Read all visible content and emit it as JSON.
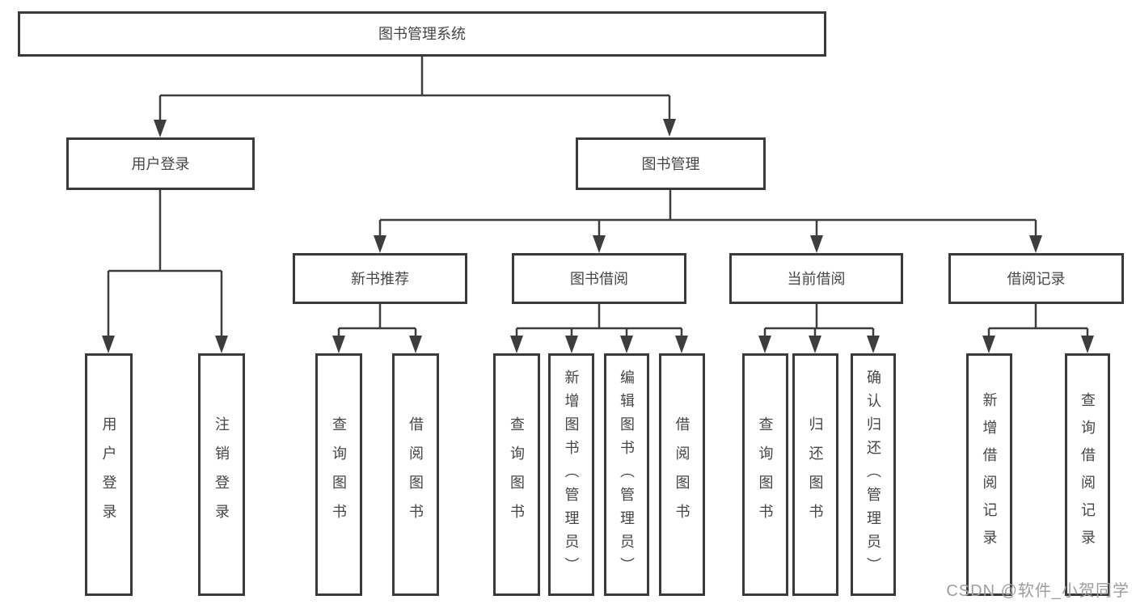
{
  "diagram": {
    "background": "#ffffff",
    "line_color": "#3d3d3d",
    "text_color": "#464646",
    "watermark": {
      "text": "CSDN @软件_小贺同学",
      "color": "#9e9e9e"
    },
    "nodes": {
      "root": "图书管理系统",
      "user_login": "用户登录",
      "book_management": "图书管理",
      "new_book_recommendation": "新书推荐",
      "book_borrowing": "图书借阅",
      "current_borrowing": "当前借阅",
      "borrowing_records": "借阅记录",
      "user_login_action": "用户登录",
      "logout_action": "注销登录",
      "query_books_1": "查询图书",
      "borrow_books_1": "借阅图书",
      "query_books_2": "查询图书",
      "add_books_admin": "新增图书（管理员）",
      "edit_books_admin": "编辑图书（管理员）",
      "borrow_books_2": "借阅图书",
      "query_books_3": "查询图书",
      "return_books": "归还图书",
      "confirm_return_admin": "确认归还（管理员）",
      "add_borrowing_record": "新增借阅记录",
      "query_borrowing_record": "查询借阅记录"
    },
    "edges": [
      [
        "root",
        "user_login"
      ],
      [
        "root",
        "book_management"
      ],
      [
        "user_login",
        "user_login_action"
      ],
      [
        "user_login",
        "logout_action"
      ],
      [
        "book_management",
        "new_book_recommendation"
      ],
      [
        "book_management",
        "book_borrowing"
      ],
      [
        "book_management",
        "current_borrowing"
      ],
      [
        "book_management",
        "borrowing_records"
      ],
      [
        "new_book_recommendation",
        "query_books_1"
      ],
      [
        "new_book_recommendation",
        "borrow_books_1"
      ],
      [
        "book_borrowing",
        "query_books_2"
      ],
      [
        "book_borrowing",
        "add_books_admin"
      ],
      [
        "book_borrowing",
        "edit_books_admin"
      ],
      [
        "book_borrowing",
        "borrow_books_2"
      ],
      [
        "current_borrowing",
        "query_books_3"
      ],
      [
        "current_borrowing",
        "return_books"
      ],
      [
        "current_borrowing",
        "confirm_return_admin"
      ],
      [
        "borrowing_records",
        "add_borrowing_record"
      ],
      [
        "borrowing_records",
        "query_borrowing_record"
      ]
    ]
  }
}
